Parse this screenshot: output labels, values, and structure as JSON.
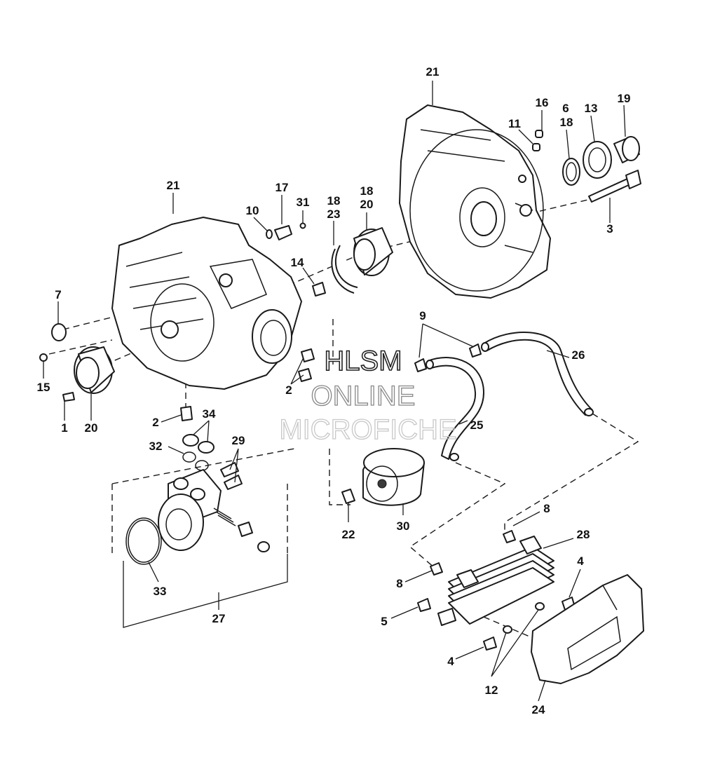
{
  "watermark": {
    "line1": "HLSM",
    "line2": "ONLINE",
    "line3": "MICROFICHE"
  },
  "callouts": {
    "c21a": "21",
    "c16": "16",
    "c11": "11",
    "c6": "6",
    "c18a": "18",
    "c13": "13",
    "c19": "19",
    "c3": "3",
    "c21b": "21",
    "c17": "17",
    "c31": "31",
    "c10": "10",
    "c18b": "18",
    "c23": "23",
    "c18c": "18",
    "c20a": "20",
    "c14": "14",
    "c7": "7",
    "c15": "15",
    "c1": "1",
    "c20b": "20",
    "c2a": "2",
    "c2b": "2",
    "c9": "9",
    "c26": "26",
    "c25": "25",
    "c34": "34",
    "c32": "32",
    "c29": "29",
    "c22": "22",
    "c30": "30",
    "c33": "33",
    "c27": "27",
    "c8a": "8",
    "c28": "28",
    "c8b": "8",
    "c4a": "4",
    "c5": "5",
    "c4b": "4",
    "c12": "12",
    "c24": "24"
  }
}
